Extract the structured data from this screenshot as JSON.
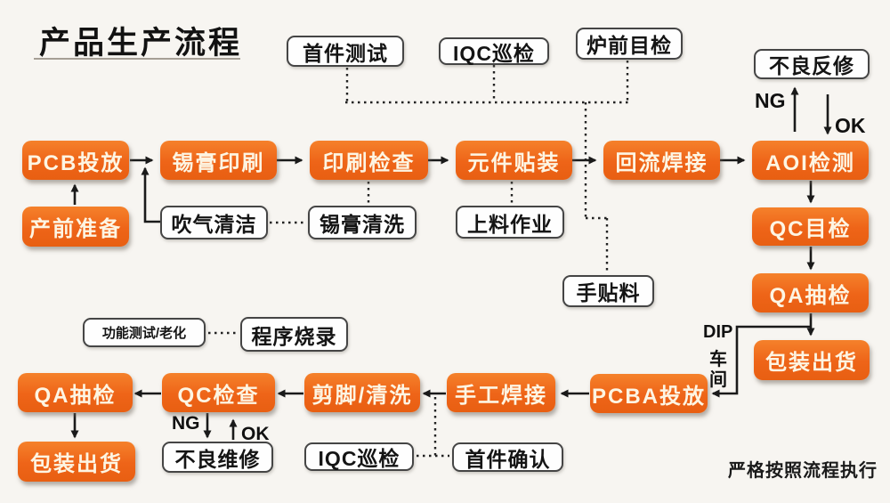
{
  "title": "产品生产流程",
  "footer_note": "严格按照流程执行",
  "colors": {
    "box_orange": "#ee6418",
    "box_text": "#fdf5e3",
    "line": "#1a1a1a",
    "background": "#f7f5f1"
  },
  "nodes": {
    "pcb_feed": "PCB投放",
    "solder_paste_print": "锡膏印刷",
    "print_inspect": "印刷检查",
    "component_mount": "元件贴装",
    "reflow_solder": "回流焊接",
    "aoi_inspect": "AOI检测",
    "pre_production": "产前准备",
    "air_clean": "吹气清洁",
    "paste_clean": "锡膏清洗",
    "loading_work": "上料作业",
    "qc_visual": "QC目检",
    "qa_sample_right": "QA抽检",
    "pack_ship_right": "包装出货",
    "hand_place": "手贴料",
    "first_article_test": "首件测试",
    "iqc_patrol_top": "IQC巡检",
    "furnace_front_inspect": "炉前目检",
    "defect_rework": "不良反修",
    "func_test_aging": "功能测试/老化",
    "program_burn": "程序烧录",
    "qa_sample_bottom": "QA抽检",
    "qc_check": "QC检查",
    "trim_clean": "剪脚/清洗",
    "hand_solder": "手工焊接",
    "pcba_feed": "PCBA投放",
    "pack_ship_bottom": "包装出货",
    "defect_repair": "不良维修",
    "iqc_patrol_bottom": "IQC巡检",
    "first_confirm": "首件确认"
  },
  "labels": {
    "ng_top": "NG",
    "ok_top": "OK",
    "ng_bottom": "NG",
    "ok_bottom": "OK",
    "dip_1": "DIP",
    "dip_2": "车",
    "dip_3": "间"
  },
  "edges": [
    {
      "from": "pre_production",
      "to": "pcb_feed",
      "style": "solid"
    },
    {
      "from": "pcb_feed",
      "to": "solder_paste_print",
      "style": "solid"
    },
    {
      "from": "air_clean",
      "to": "solder_paste_print",
      "style": "solid"
    },
    {
      "from": "solder_paste_print",
      "to": "print_inspect",
      "style": "solid"
    },
    {
      "from": "print_inspect",
      "to": "component_mount",
      "style": "solid"
    },
    {
      "from": "component_mount",
      "to": "reflow_solder",
      "style": "solid"
    },
    {
      "from": "reflow_solder",
      "to": "aoi_inspect",
      "style": "solid"
    },
    {
      "from": "aoi_inspect",
      "to": "defect_rework",
      "style": "solid",
      "label": "NG"
    },
    {
      "from": "defect_rework",
      "to": "aoi_inspect",
      "style": "solid",
      "label": "OK"
    },
    {
      "from": "aoi_inspect",
      "to": "qc_visual",
      "style": "solid"
    },
    {
      "from": "qc_visual",
      "to": "qa_sample_right",
      "style": "solid"
    },
    {
      "from": "qa_sample_right",
      "to": "pack_ship_right",
      "style": "solid"
    },
    {
      "from": "qa_sample_right",
      "to": "pcba_feed",
      "style": "solid",
      "label": "DIP车间"
    },
    {
      "from": "pcba_feed",
      "to": "hand_solder",
      "style": "solid"
    },
    {
      "from": "hand_solder",
      "to": "trim_clean",
      "style": "solid"
    },
    {
      "from": "trim_clean",
      "to": "qc_check",
      "style": "solid"
    },
    {
      "from": "qc_check",
      "to": "qa_sample_bottom",
      "style": "solid"
    },
    {
      "from": "qa_sample_bottom",
      "to": "pack_ship_bottom",
      "style": "solid"
    },
    {
      "from": "qc_check",
      "to": "defect_repair",
      "style": "solid",
      "label": "NG"
    },
    {
      "from": "defect_repair",
      "to": "qc_check",
      "style": "solid",
      "label": "OK"
    },
    {
      "from": "first_article_test",
      "to": "smt_line",
      "style": "dotted"
    },
    {
      "from": "iqc_patrol_top",
      "to": "smt_line",
      "style": "dotted"
    },
    {
      "from": "furnace_front_inspect",
      "to": "smt_line",
      "style": "dotted"
    },
    {
      "from": "smt_line",
      "to": "hand_place",
      "style": "dotted"
    },
    {
      "from": "print_inspect",
      "to": "paste_clean",
      "style": "dotted"
    },
    {
      "from": "air_clean",
      "to": "paste_clean",
      "style": "dotted"
    },
    {
      "from": "component_mount",
      "to": "loading_work",
      "style": "dotted"
    },
    {
      "from": "func_test_aging",
      "to": "program_burn",
      "style": "dotted"
    },
    {
      "from": "iqc_patrol_bottom",
      "to": "first_confirm",
      "style": "dotted"
    },
    {
      "from": "first_confirm",
      "to": "hand_solder",
      "style": "dotted"
    }
  ]
}
